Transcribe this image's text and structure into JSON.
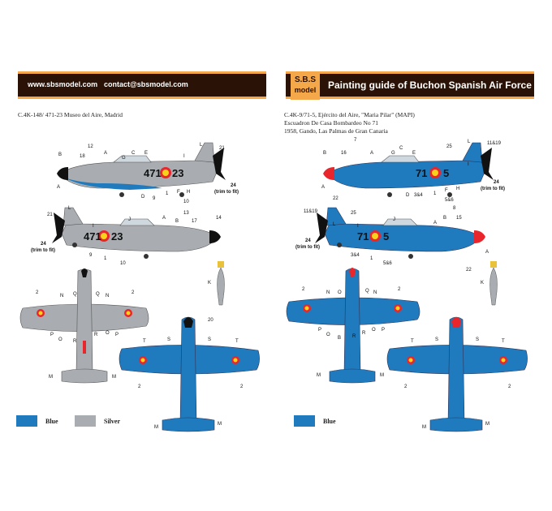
{
  "left": {
    "header": {
      "website": "www.sbsmodel.com",
      "email": "contact@sbsmodel.com"
    },
    "caption": [
      "C.4K-148/ 471-23 Museo del Aire, Madrid"
    ],
    "side_code_left": "471",
    "side_code_right": "23",
    "legend": [
      {
        "label": "Blue",
        "color": "#1f7bbd"
      },
      {
        "label": "Silver",
        "color": "#a9adb1"
      }
    ]
  },
  "right": {
    "logo_line1": "S.B.S",
    "logo_line2": "model",
    "title": "Painting guide of Buchon Spanish Air Force",
    "caption": [
      "C.4K-9/71-5, Ejército del Aire, \"Maria Pilar\" (MAPI)",
      "Escuadron De Casa Bombardeo No 71",
      "1958, Gando, Las Palmas de Gran Canaria"
    ],
    "side_code_left": "71",
    "side_code_right": "5",
    "legend": [
      {
        "label": "Blue",
        "color": "#1f7bbd"
      }
    ]
  },
  "labels": {
    "a": "A",
    "b": "B",
    "c": "C",
    "d": "D",
    "e": "E",
    "f": "F",
    "g": "G",
    "h": "H",
    "i": "I",
    "j": "J",
    "k": "K",
    "l": "L",
    "m": "M",
    "n": "N",
    "o": "O",
    "p": "P",
    "q": "Q",
    "r": "R",
    "s": "S",
    "t": "T",
    "n1": "1",
    "n2": "2",
    "n7": "7",
    "n8": "8",
    "n9": "9",
    "n10": "10",
    "n12": "12",
    "n13": "13",
    "n14": "14",
    "n15": "15",
    "n16": "16",
    "n17": "17",
    "n18": "18",
    "n20": "20",
    "n21": "21",
    "n22": "22",
    "n25": "25",
    "n34": "3&4",
    "n56": "5&6",
    "n1119": "11&19",
    "n24": "24",
    "trim": "(trim to fit)"
  },
  "colors": {
    "blue": "#1f7bbd",
    "silver": "#a9adb1",
    "black": "#111111",
    "red": "#e8262b",
    "yellow": "#f6d21c"
  }
}
